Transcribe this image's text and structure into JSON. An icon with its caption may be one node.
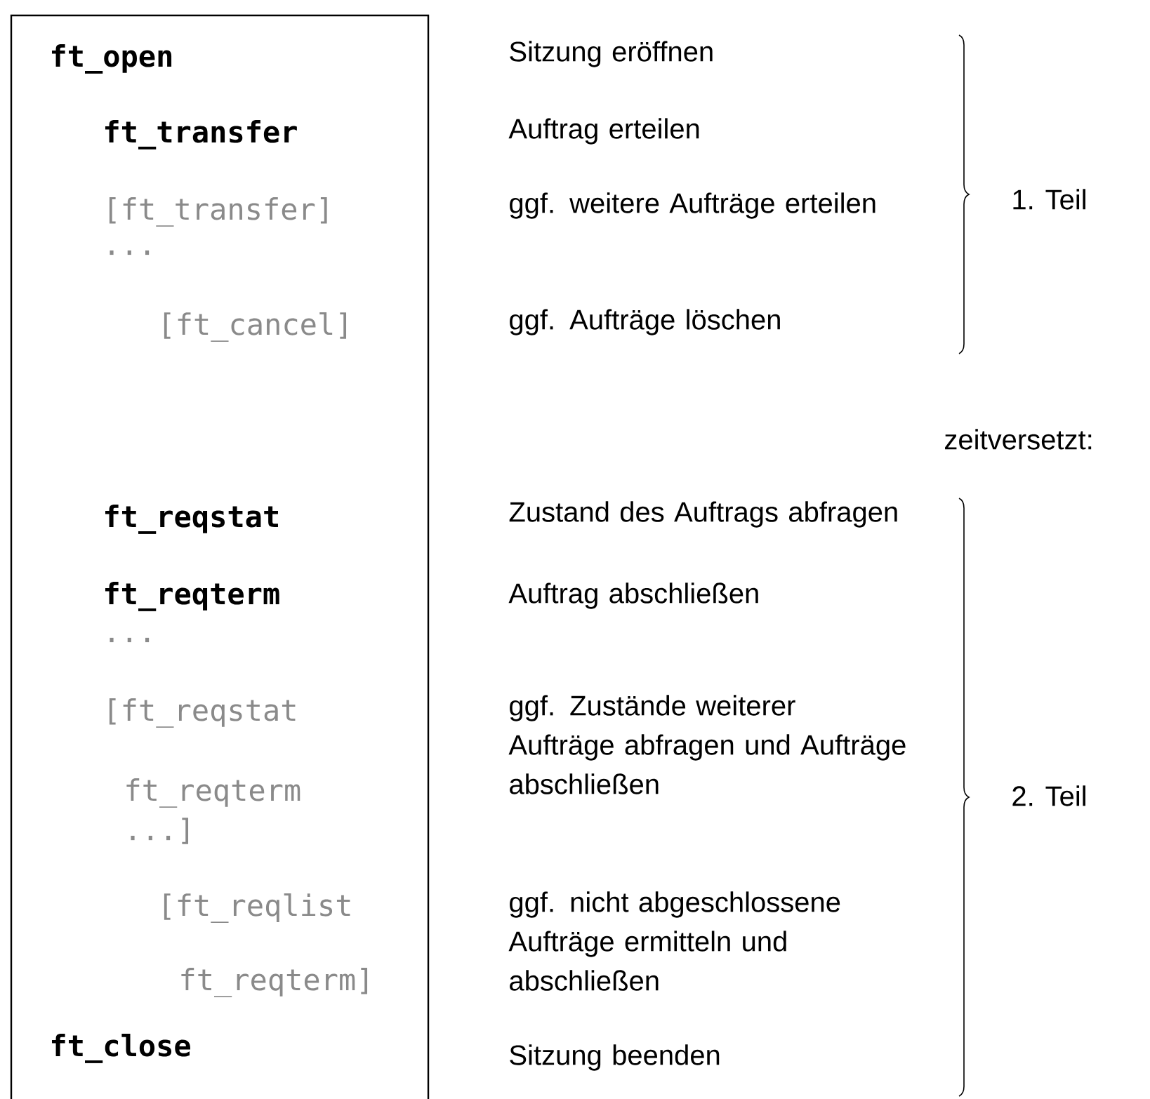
{
  "diagram": {
    "nodes": [
      {
        "text": [
          "ft_open",
          "ft_transfer",
          "[ft_transfer]",
          "...",
          "[ft_cancel]",
          "ft_reqstat",
          "ft_reqterm",
          "...",
          "[ft_reqstat",
          "ft_reqterm",
          "...]",
          "[ft_reqlist",
          "ft_reqterm]",
          "ft_close"
        ]
      }
    ],
    "labels": [
      "Sitzung eröffnen",
      "Auftrag erteilen",
      "ggf. weitere Aufträge erteilen",
      "1. Teil",
      "ggf. Aufträge löschen",
      "zeitversetzt:",
      "Zustand des Auftrags abfragen",
      "Auftrag abschließen",
      "ggf. Zustände weiterer Aufträge abfragen und Aufträge abschließen",
      "2. Teil",
      "ggf. nicht abgeschlossene Aufträge ermitteln und abschließen",
      "Sitzung beenden"
    ]
  }
}
